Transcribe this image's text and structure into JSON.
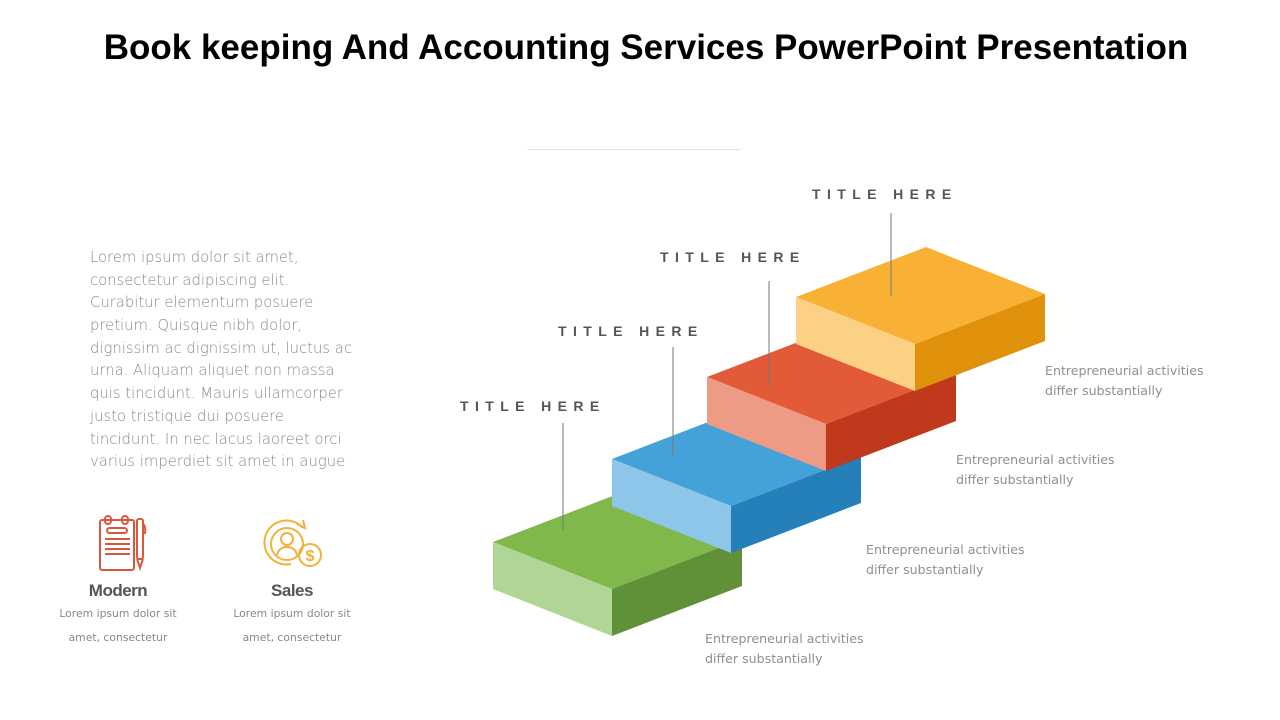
{
  "title": "Book keeping And Accounting Services PowerPoint Presentation",
  "paragraph_lines": [
    "Lorem ipsum dolor sit amet,",
    "consectetur adipiscing elit.",
    "Curabitur elementum posuere",
    "pretium. Quisque nibh dolor,",
    "dignissim ac dignissim ut, luctus ac",
    "urna. Aliquam aliquet non massa",
    "quis tincidunt. Mauris ullamcorper",
    "justo tristique dui posuere",
    "tincidunt. In nec lacus laoreet orci",
    "varius imperdiet sit amet in augue"
  ],
  "features": [
    {
      "icon": "notepad-pencil-icon",
      "name": "Modern",
      "desc_line1": "Lorem ipsum dolor sit",
      "desc_line2": "amet, consectetur",
      "color": "#d9573a"
    },
    {
      "icon": "customer-dollar-cycle-icon",
      "name": "Sales",
      "desc_line1": "Lorem ipsum dolor sit",
      "desc_line2": "amet, consectetur",
      "color": "#f1b13a"
    }
  ],
  "steps": [
    {
      "title": "TITLE HERE",
      "desc_line1": "Entrepreneurial activities",
      "desc_line2": "differ substantially",
      "colors": {
        "top": "#80b84b",
        "left": "#b1d595",
        "right": "#609139"
      }
    },
    {
      "title": "TITLE HERE",
      "desc_line1": "Entrepreneurial activities",
      "desc_line2": "differ substantially",
      "colors": {
        "top": "#44a2d8",
        "left": "#8dc6e8",
        "right": "#257fb8"
      }
    },
    {
      "title": "TITLE HERE",
      "desc_line1": "Entrepreneurial activities",
      "desc_line2": "differ substantially",
      "colors": {
        "top": "#e35a38",
        "left": "#ee9b86",
        "right": "#c0391d"
      }
    },
    {
      "title": "TITLE HERE",
      "desc_line1": "Entrepreneurial activities",
      "desc_line2": "differ substantially",
      "colors": {
        "top": "#f8b134",
        "left": "#fbd186",
        "right": "#df910b"
      }
    }
  ]
}
